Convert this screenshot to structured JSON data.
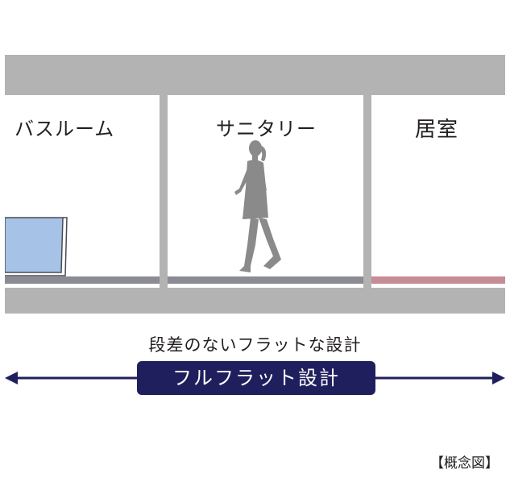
{
  "rooms": {
    "bathroom": "バスルーム",
    "sanitary": "サニタリー",
    "living": "居室"
  },
  "caption": "段差のないフラットな設計",
  "badge": "フルフラット設計",
  "note": "【概念図】",
  "colors": {
    "structure": "#b3b3b3",
    "floor_gray": "#8b8b94",
    "floor_pink": "#c68c96",
    "bathtub": "#a6c2e6",
    "navy": "#1f1f5e",
    "figure": "#8a8a8a"
  },
  "icons": {
    "figure": "walking-woman-icon",
    "bathtub": "bathtub-icon",
    "arrow": "double-arrow-icon"
  }
}
